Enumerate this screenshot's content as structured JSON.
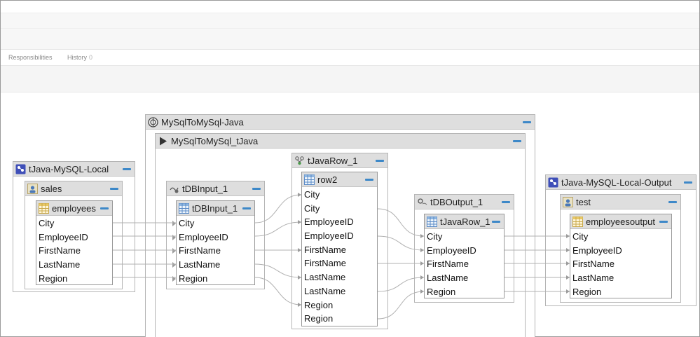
{
  "tabs": [
    {
      "label": "Responsibilities",
      "count": ""
    },
    {
      "label": "History",
      "count": "0"
    }
  ],
  "nodes": {
    "tjava_local": {
      "title": "tJava-MySQL-Local"
    },
    "sales": {
      "title": "sales"
    },
    "employees": {
      "title": "employees",
      "rows": [
        "City",
        "EmployeeID",
        "FirstName",
        "LastName",
        "Region"
      ]
    },
    "mysql_java": {
      "title": "MySqlToMySql-Java"
    },
    "mysql_tjava": {
      "title": "MySqlToMySql_tJava"
    },
    "tdbinput_outer": {
      "title": "tDBInput_1"
    },
    "tdbinput_inner": {
      "title": "tDBInput_1",
      "rows": [
        "City",
        "EmployeeID",
        "FirstName",
        "LastName",
        "Region"
      ]
    },
    "tjavarow_outer": {
      "title": "tJavaRow_1"
    },
    "row2": {
      "title": "row2",
      "rows": [
        "City",
        "City",
        "EmployeeID",
        "EmployeeID",
        "FirstName",
        "FirstName",
        "LastName",
        "LastName",
        "Region",
        "Region"
      ]
    },
    "tdboutput_outer": {
      "title": "tDBOutput_1"
    },
    "tjavarow_inner": {
      "title": "tJavaRow_1",
      "rows": [
        "City",
        "EmployeeID",
        "FirstName",
        "LastName",
        "Region"
      ]
    },
    "tjava_local_output": {
      "title": "tJava-MySQL-Local-Output"
    },
    "test": {
      "title": "test"
    },
    "employeesoutput": {
      "title": "employeesoutput",
      "rows": [
        "City",
        "EmployeeID",
        "FirstName",
        "LastName",
        "Region"
      ]
    }
  },
  "icons": {
    "project": "project-icon",
    "schema": "schema-icon",
    "table": "table-icon",
    "job": "job-icon",
    "subjob": "play-icon",
    "component": "component-icon"
  },
  "colors": {
    "minimize": "#3d88c8",
    "header": "#dedede",
    "wire": "#b0b0b0"
  }
}
